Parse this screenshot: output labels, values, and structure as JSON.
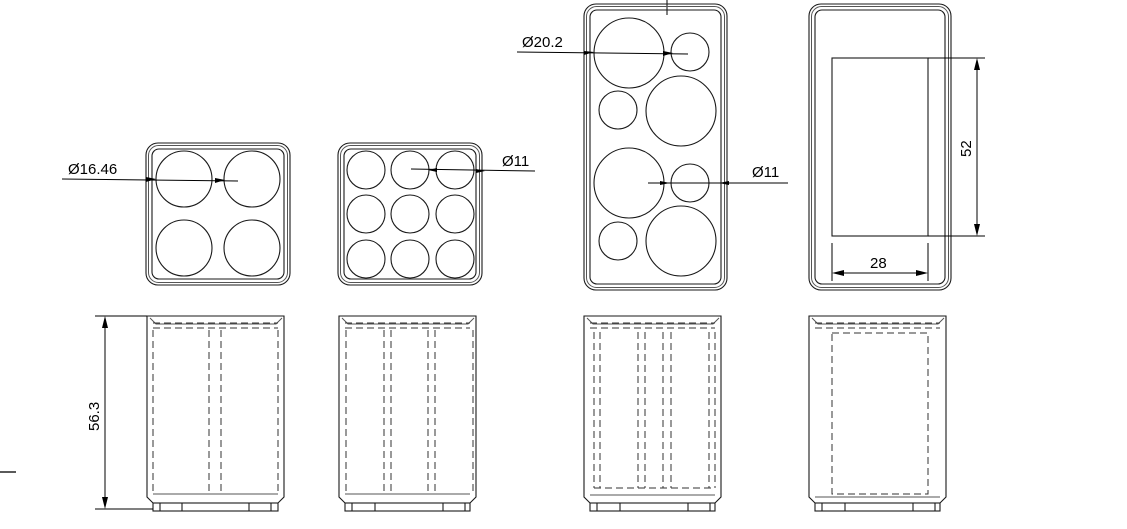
{
  "drawing": {
    "colors": {
      "line": "#1a1a1a",
      "background": "#ffffff"
    },
    "top_views": [
      {
        "id": "grid-2x2",
        "holes": 4,
        "dimension": "Ø16.46"
      },
      {
        "id": "grid-3x3",
        "holes": 9,
        "dimension": "Ø11"
      },
      {
        "id": "mixed-tall",
        "holes": 8,
        "dimension_large": "Ø20.2",
        "dimension_small": "Ø11"
      },
      {
        "id": "rectangular-cavity",
        "cavity_height": "52",
        "cavity_width": "28"
      }
    ],
    "side_views": [
      {
        "id": "side-2x2",
        "height_dimension": "56.3"
      },
      {
        "id": "side-3x3"
      },
      {
        "id": "side-mixed"
      },
      {
        "id": "side-rect"
      }
    ]
  }
}
